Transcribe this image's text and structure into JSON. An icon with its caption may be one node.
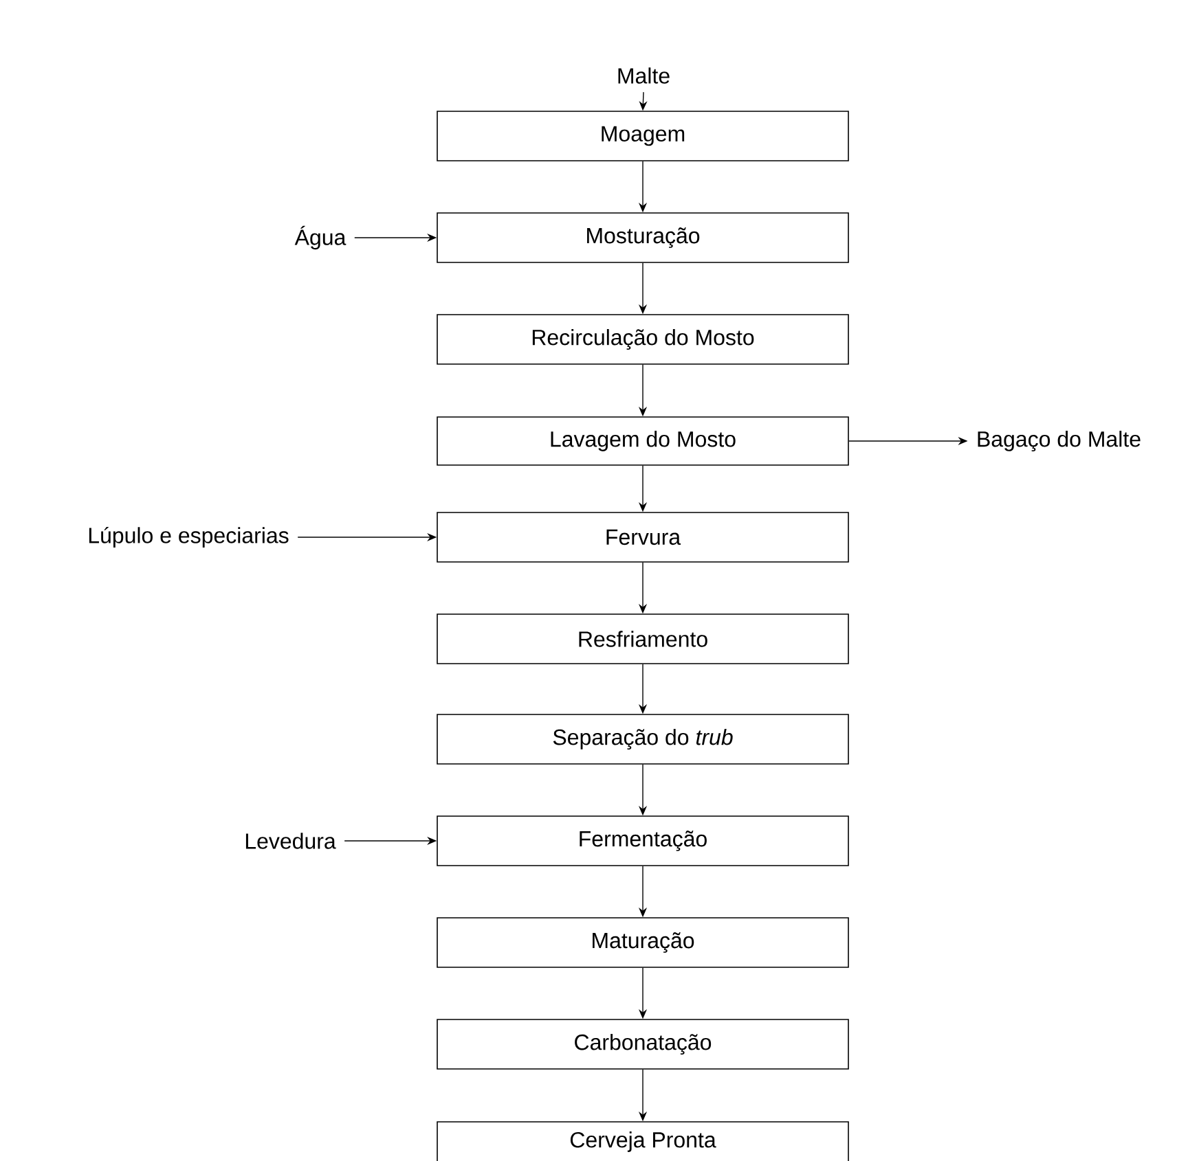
{
  "diagram": {
    "nodes": [
      {
        "text": [
          "Malte"
        ]
      },
      {
        "text": [
          "Moagem"
        ]
      },
      {
        "text": [
          "Água"
        ]
      },
      {
        "text": [
          "Mosturação"
        ]
      },
      {
        "text": [
          "Recirculação do Mosto"
        ]
      },
      {
        "text": [
          "Lavagem do Mosto"
        ]
      },
      {
        "text": [
          "Bagaço do Malte"
        ]
      },
      {
        "text": [
          "Lúpulo e especiarias"
        ]
      },
      {
        "text": [
          "Fervura"
        ]
      },
      {
        "text": [
          "Resfriamento"
        ]
      },
      {
        "text": [
          "Separação do *trub*"
        ]
      },
      {
        "text": [
          "Levedura"
        ]
      },
      {
        "text": [
          "Fermentação"
        ]
      },
      {
        "text": [
          "Maturação"
        ]
      },
      {
        "text": [
          "Carbonatação"
        ]
      },
      {
        "text": [
          "Cerveja Pronta"
        ]
      }
    ],
    "edges": [
      {
        "from": 0,
        "to": 1,
        "arrow": "to"
      },
      {
        "from": 1,
        "to": 3,
        "arrow": "to"
      },
      {
        "from": 2,
        "to": 3,
        "arrow": "to"
      },
      {
        "from": 3,
        "to": 4,
        "arrow": "to"
      },
      {
        "from": 4,
        "to": 5,
        "arrow": "to"
      },
      {
        "from": 5,
        "to": 6,
        "arrow": "to"
      },
      {
        "from": 5,
        "to": 8,
        "arrow": "to"
      },
      {
        "from": 7,
        "to": 8,
        "arrow": "to"
      },
      {
        "from": 8,
        "to": 9,
        "arrow": "to"
      },
      {
        "from": 9,
        "to": 10,
        "arrow": "to"
      },
      {
        "from": 10,
        "to": 12,
        "arrow": "to"
      },
      {
        "from": 11,
        "to": 12,
        "arrow": "to"
      },
      {
        "from": 12,
        "to": 13,
        "arrow": "to"
      },
      {
        "from": 13,
        "to": 14,
        "arrow": "to"
      },
      {
        "from": 14,
        "to": 15,
        "arrow": "to"
      }
    ]
  }
}
